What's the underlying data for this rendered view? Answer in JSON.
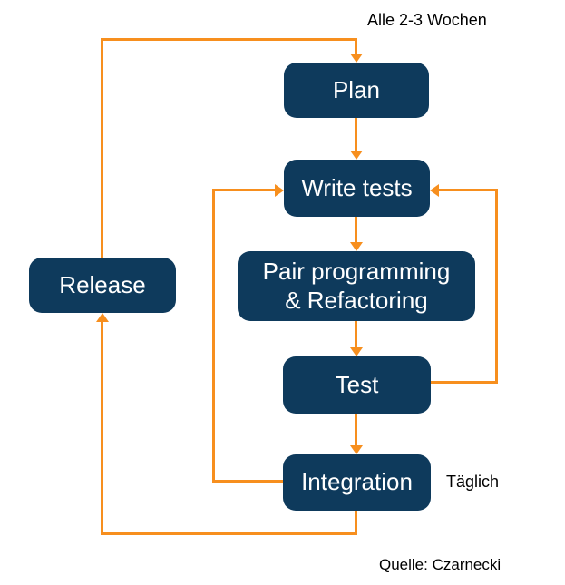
{
  "diagram": {
    "type": "flowchart",
    "nodes": {
      "plan": {
        "label": "Plan"
      },
      "write_tests": {
        "label": "Write tests"
      },
      "pair_programming": {
        "label": "Pair programming\n& Refactoring"
      },
      "test": {
        "label": "Test"
      },
      "integration": {
        "label": "Integration"
      },
      "release": {
        "label": "Release"
      }
    },
    "annotations": {
      "iteration_cycle": "Alle 2-3 Wochen",
      "daily_cycle": "Täglich",
      "source": "Quelle: Czarnecki"
    },
    "edges": [
      {
        "from": "plan",
        "to": "write_tests"
      },
      {
        "from": "write_tests",
        "to": "pair_programming"
      },
      {
        "from": "pair_programming",
        "to": "test"
      },
      {
        "from": "test",
        "to": "integration"
      },
      {
        "from": "test",
        "to": "write_tests",
        "route": "right-loop"
      },
      {
        "from": "integration",
        "to": "write_tests",
        "route": "left-loop",
        "label": "Täglich"
      },
      {
        "from": "integration",
        "to": "release",
        "route": "bottom-loop"
      },
      {
        "from": "release",
        "to": "plan",
        "route": "top-loop",
        "label": "Alle 2-3 Wochen"
      }
    ],
    "colors": {
      "node_fill": "#0e3a5c",
      "node_text": "#ffffff",
      "arrow": "#f78f1e",
      "annotation_text": "#000000",
      "background": "#ffffff"
    }
  }
}
